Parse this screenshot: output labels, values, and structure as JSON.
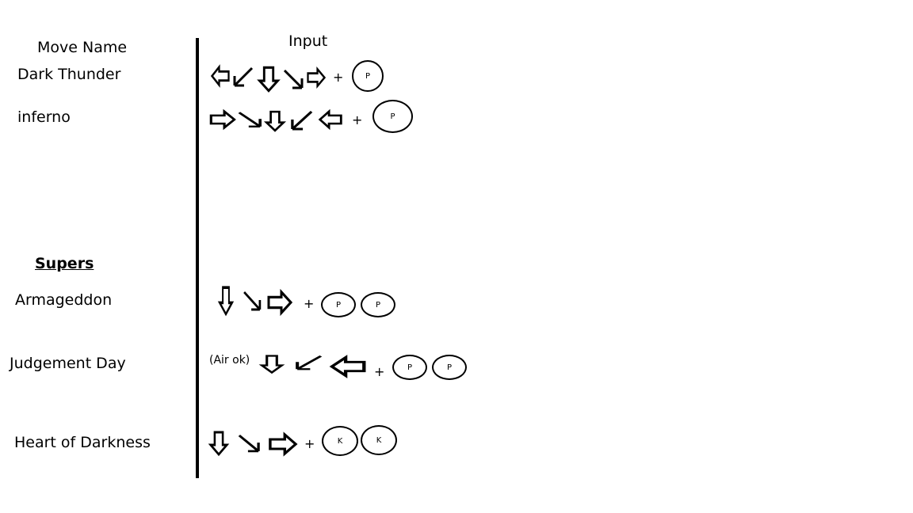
{
  "headers": {
    "move_name": "Move Name",
    "input": "Input"
  },
  "section_supers": "Supers",
  "moves": [
    {
      "name": "Dark Thunder",
      "plus": "+",
      "buttons": [
        "P"
      ]
    },
    {
      "name": "inferno",
      "plus": "+",
      "buttons": [
        "P"
      ]
    }
  ],
  "supers": [
    {
      "name": "Armageddon",
      "plus": "+",
      "buttons": [
        "P",
        "P"
      ]
    },
    {
      "name": "Judgement Day",
      "note": "(Air ok)",
      "plus": "+",
      "buttons": [
        "P",
        "P"
      ]
    },
    {
      "name": "Heart of Darkness",
      "plus": "+",
      "buttons": [
        "K",
        "K"
      ]
    }
  ],
  "icons": [
    "left-arrow-icon",
    "down-left-arrow-icon",
    "down-arrow-icon",
    "down-right-arrow-icon",
    "right-arrow-icon",
    "button-circle-icon"
  ]
}
